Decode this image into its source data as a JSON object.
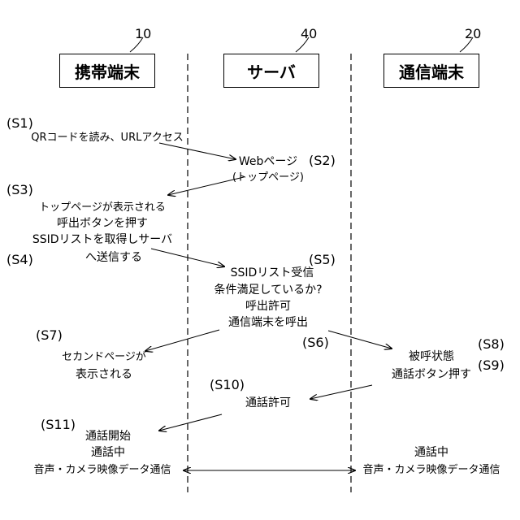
{
  "refs": {
    "terminal": "10",
    "server": "40",
    "comm": "20"
  },
  "boxes": {
    "terminal": "携帯端末",
    "server": "サーバ",
    "comm": "通信端末"
  },
  "steps": {
    "s1": "(S1)",
    "s2": "(S2)",
    "s3": "(S3)",
    "s4": "(S4)",
    "s5": "(S5)",
    "s6": "(S6)",
    "s7": "(S7)",
    "s8": "(S8)",
    "s9": "(S9)",
    "s10": "(S10)",
    "s11": "(S11)"
  },
  "labels": {
    "qr": "QRコードを読み、URLアクセス",
    "web": "Webページ",
    "top": "(トップページ)",
    "top_shown": "トップページが表示される",
    "press_call": "呼出ボタンを押す",
    "ssid_get": "SSIDリストを取得しサーバ",
    "send": "へ送信する",
    "ssid_recv": "SSIDリスト受信",
    "cond": "条件満足しているか?",
    "call_ok": "呼出許可",
    "call_comm": "通信端末を呼出",
    "second_page": "セカンドページが",
    "shown": "表示される",
    "called": "被呼状態",
    "press_talk": "通話ボタン押す",
    "talk_ok": "通話許可",
    "talk_start": "通話開始",
    "talking_left": "通話中",
    "av_left": "音声・カメラ映像データ通信",
    "talking_right": "通話中",
    "av_right": "音声・カメラ映像データ通信"
  }
}
